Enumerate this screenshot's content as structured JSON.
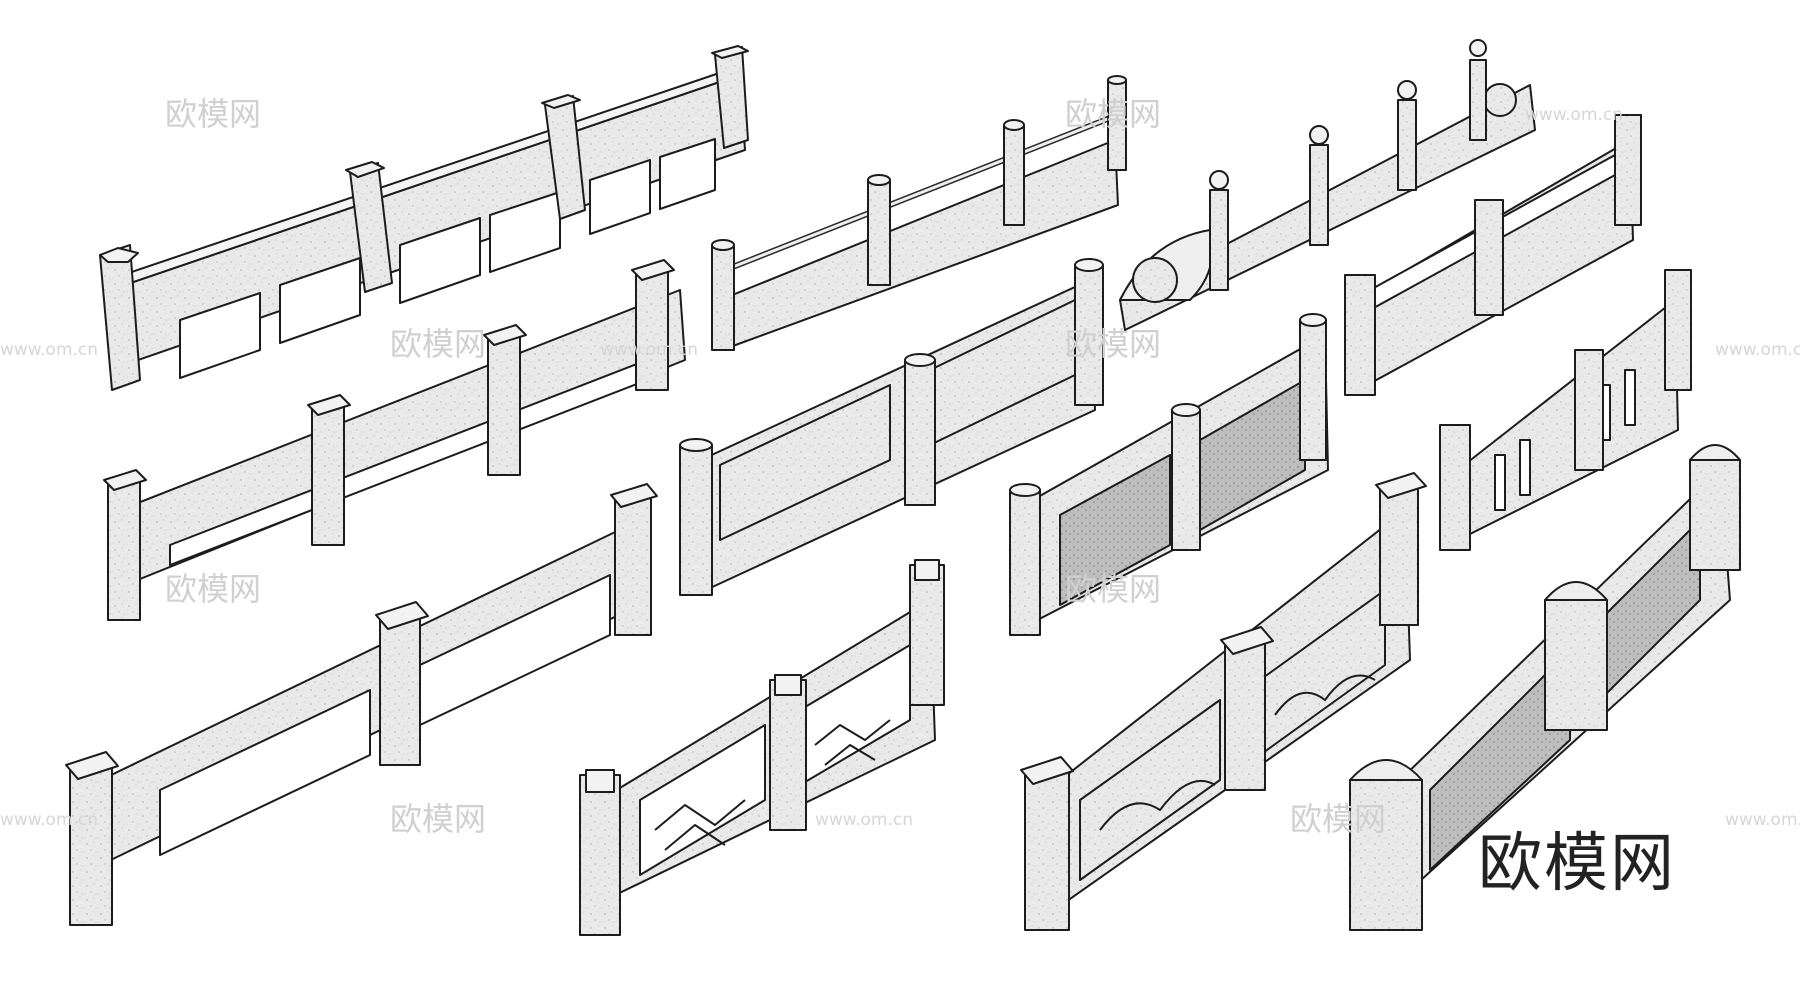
{
  "watermark": {
    "text": "欧模网",
    "url": "www.om.cn"
  },
  "logo": {
    "text": "欧模网"
  },
  "fences": [
    "fence-octagon-panel",
    "fence-round-rail",
    "fence-scroll-end",
    "fence-square-post-rail",
    "fence-plain-panel",
    "fence-carved-panel",
    "fence-slat",
    "fence-long-rail",
    "fence-lattice-panel",
    "fence-cloud-panel",
    "fence-dome-post"
  ]
}
